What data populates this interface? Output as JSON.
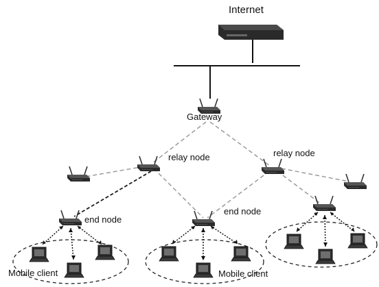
{
  "labels": {
    "internet": "Internet",
    "gateway": "Gateway",
    "relay_left": "relay node",
    "relay_right": "relay node",
    "end_left": "end node",
    "end_middle": "end node",
    "client_left": "Mobile client",
    "client_middle": "Mobile client"
  },
  "colors": {
    "device": "#2b2b2b",
    "wireless_link": "#9a9a9a",
    "active_link": "#1a1a1a",
    "wire": "#111111"
  },
  "nodes": {
    "internet": {
      "label_key": "internet",
      "icon": "router-icon"
    },
    "gateway": {
      "label_key": "gateway",
      "icon": "wireless-router-icon"
    },
    "relays": [
      {
        "label_key": "relay_left",
        "icon": "wireless-router-icon"
      },
      {
        "label_key": "relay_right",
        "icon": "wireless-router-icon"
      }
    ],
    "unlabeled_routers": 2,
    "end_nodes": [
      {
        "label_key": "end_left",
        "icon": "wireless-router-icon"
      },
      {
        "label_key": "end_middle",
        "icon": "wireless-router-icon"
      },
      {
        "label_key": "",
        "icon": "wireless-router-icon"
      }
    ],
    "client_clusters": [
      {
        "label_key": "client_left",
        "laptops": 3
      },
      {
        "label_key": "client_middle",
        "laptops": 3
      },
      {
        "label_key": "",
        "laptops": 3
      }
    ]
  },
  "edges": [
    {
      "from": "gateway",
      "to": "relay_left",
      "style": "wireless"
    },
    {
      "from": "gateway",
      "to": "relay_right",
      "style": "wireless"
    },
    {
      "from": "relay_left",
      "to": "router_far_left",
      "style": "wireless"
    },
    {
      "from": "relay_left",
      "to": "end_left",
      "style": "active"
    },
    {
      "from": "relay_left",
      "to": "end_middle",
      "style": "wireless"
    },
    {
      "from": "relay_right",
      "to": "end_middle",
      "style": "wireless"
    },
    {
      "from": "relay_right",
      "to": "end_right",
      "style": "wireless"
    },
    {
      "from": "relay_right",
      "to": "router_far_right",
      "style": "wireless"
    }
  ]
}
